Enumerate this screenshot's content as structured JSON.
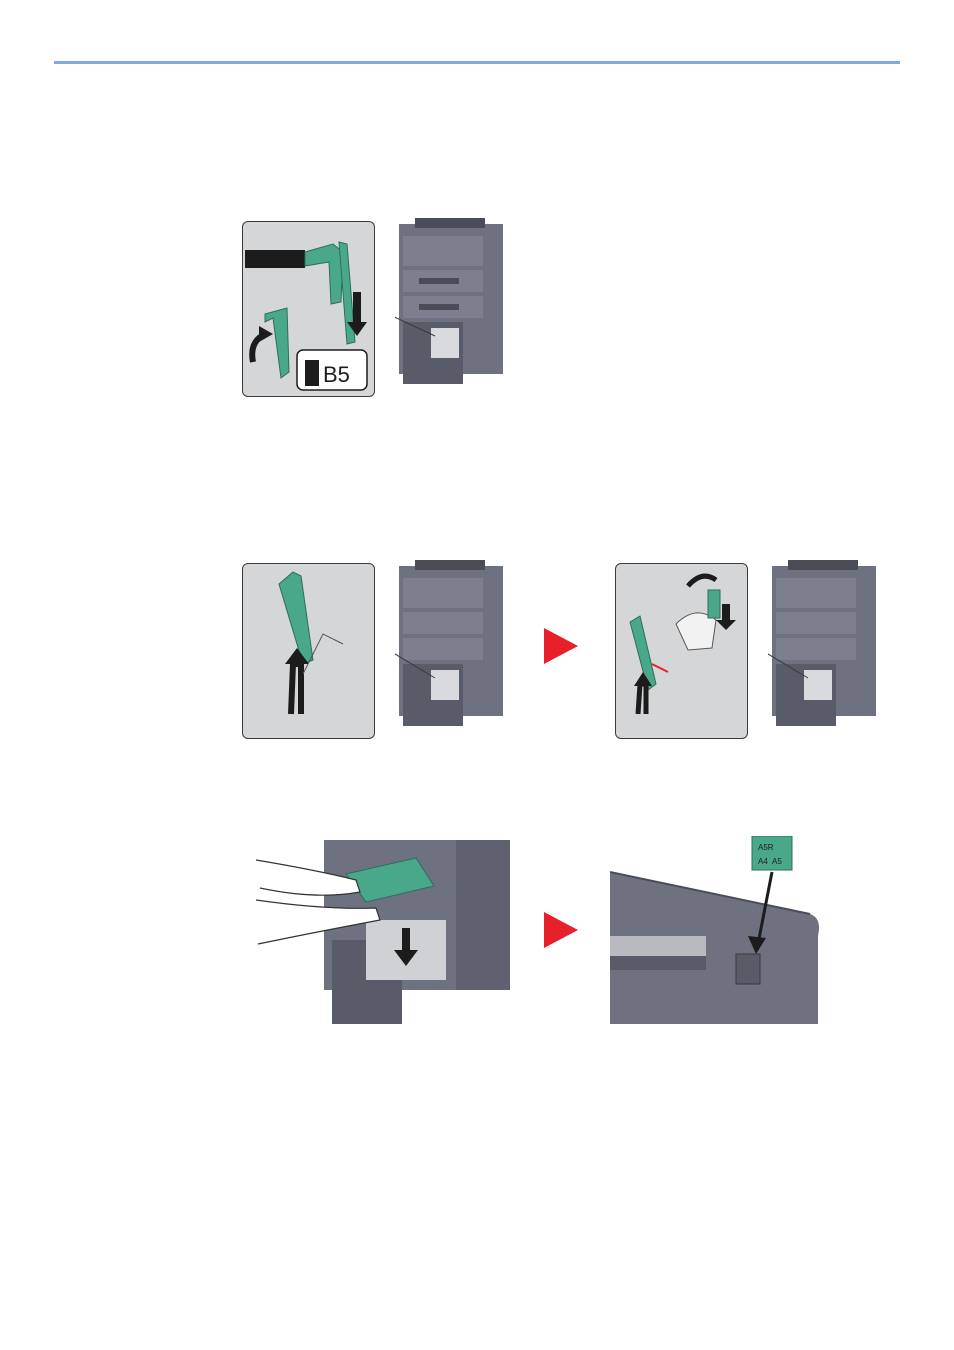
{
  "header": {
    "rule_color": "#7fa7e6"
  },
  "figures": {
    "step1": {
      "size_label": "B5",
      "part_color": "#4aa88a"
    },
    "step2": {},
    "step3": {
      "next_arrow_color": "#e8202a"
    },
    "step4": {
      "label_lines": [
        "A4",
        "A5",
        "A5R"
      ]
    },
    "step5": {}
  },
  "colors": {
    "machine": "#6d7180",
    "machine_dark": "#4a4d58",
    "guide_green": "#4aa88a"
  }
}
